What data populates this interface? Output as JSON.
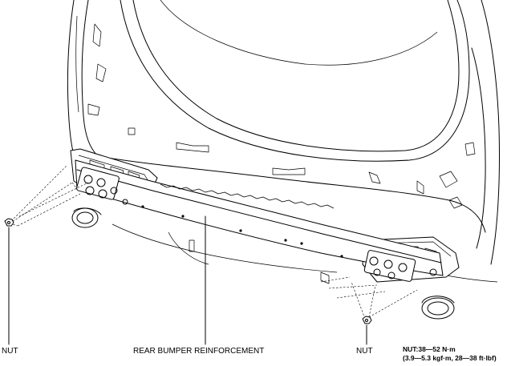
{
  "labels": {
    "nut_left": "NUT",
    "reinforcement": "REAR BUMPER REINFORCEMENT",
    "nut_right": "NUT"
  },
  "spec": {
    "line1": "NUT:38—52 N·m",
    "line2": "(3.9—5.3 kgf·m, 28—38 ft·lbf)"
  }
}
